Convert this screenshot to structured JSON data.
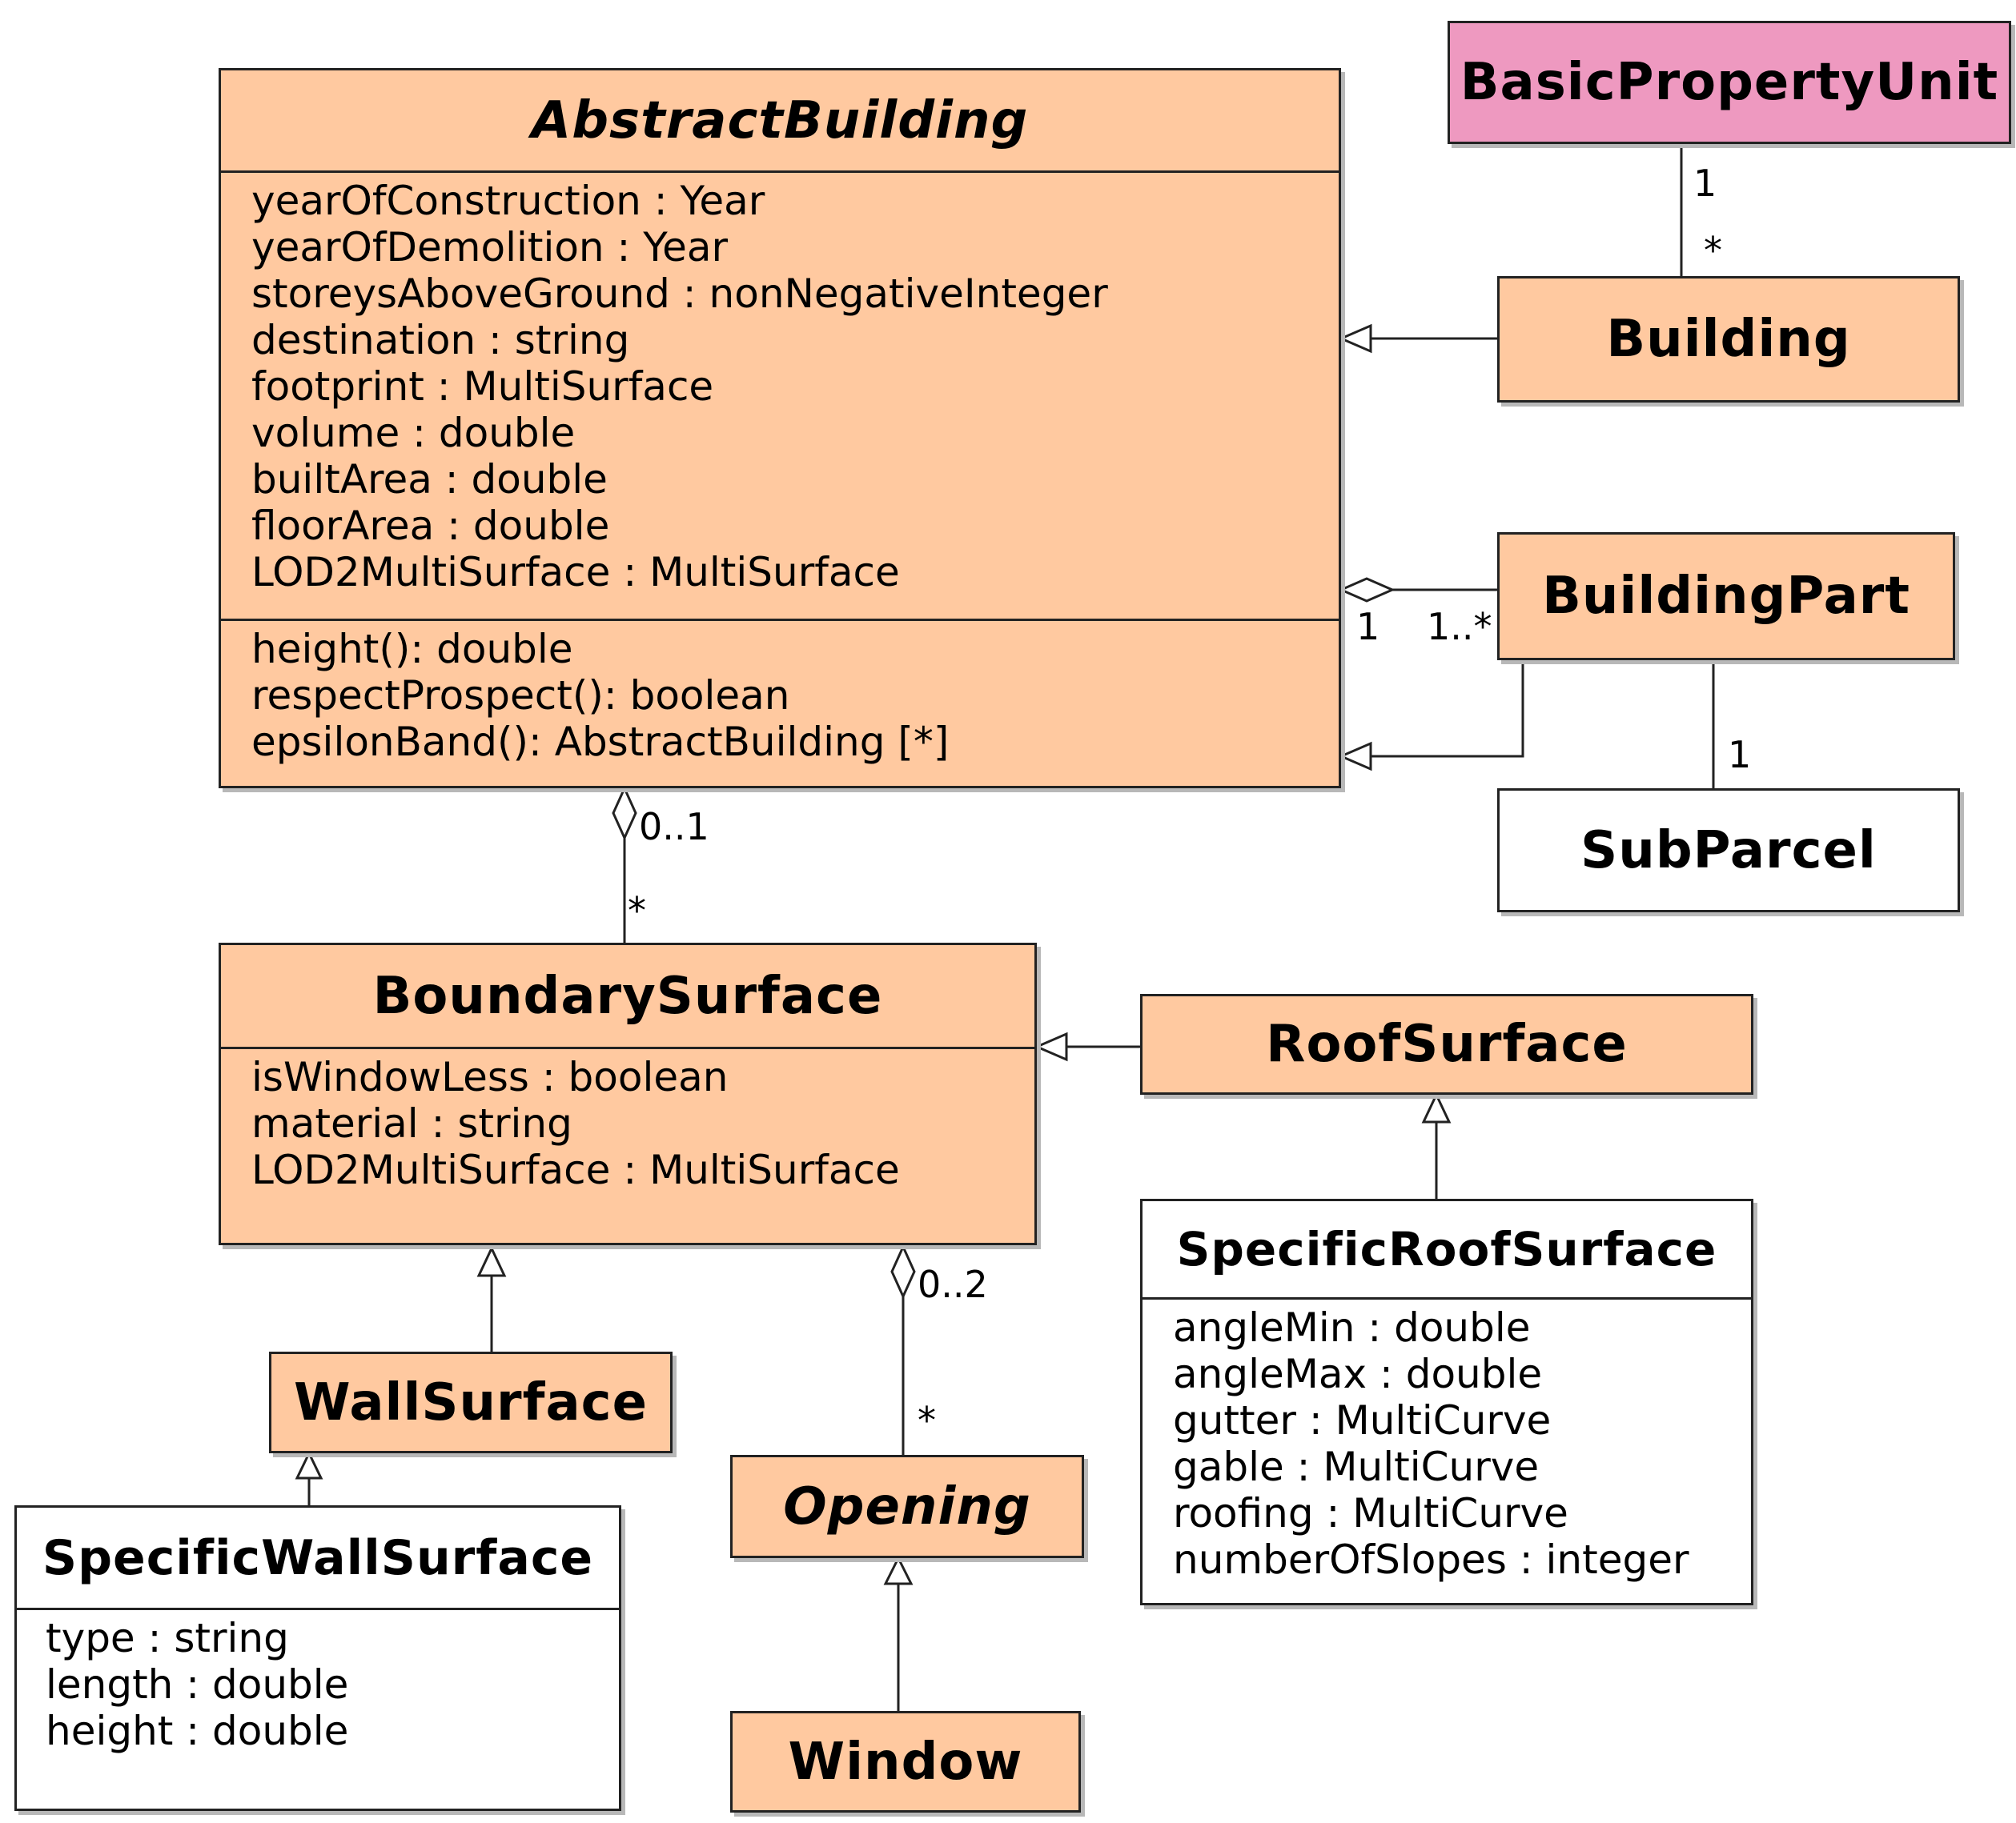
{
  "classes": {
    "abstract_building": {
      "name": "AbstractBuilding",
      "attributes": [
        "yearOfConstruction : Year",
        "yearOfDemolition : Year",
        "storeysAboveGround : nonNegativeInteger",
        "destination : string",
        "footprint : MultiSurface",
        "volume : double",
        "builtArea : double",
        "floorArea : double",
        "LOD2MultiSurface : MultiSurface"
      ],
      "operations": [
        "height(): double",
        "respectProspect(): boolean",
        "epsilonBand(): AbstractBuilding  [*]"
      ]
    },
    "basic_property_unit": {
      "name": "BasicPropertyUnit"
    },
    "building": {
      "name": "Building"
    },
    "building_part": {
      "name": "BuildingPart"
    },
    "sub_parcel": {
      "name": "SubParcel"
    },
    "boundary_surface": {
      "name": "BoundarySurface",
      "attributes": [
        "isWindowLess : boolean",
        "material : string",
        "LOD2MultiSurface : MultiSurface"
      ]
    },
    "roof_surface": {
      "name": "RoofSurface"
    },
    "specific_roof_surface": {
      "name": "SpecificRoofSurface",
      "attributes": [
        "angleMin : double",
        "angleMax : double",
        "gutter : MultiCurve",
        "gable : MultiCurve",
        "roofing : MultiCurve",
        "numberOfSlopes : integer"
      ]
    },
    "wall_surface": {
      "name": "WallSurface"
    },
    "specific_wall_surface": {
      "name": "SpecificWallSurface",
      "attributes": [
        "type : string",
        "length : double",
        "height : double"
      ]
    },
    "opening": {
      "name": "Opening"
    },
    "window": {
      "name": "Window"
    }
  },
  "multiplicities": {
    "bpu_one": "1",
    "bpu_many": "*",
    "part_agg_one": "1",
    "part_agg_many": "1..*",
    "subparcel_one": "1",
    "boundary_zero_one": "0..1",
    "boundary_many": "*",
    "opening_zero_two": "0..2",
    "opening_many": "*"
  },
  "colors": {
    "class_fill": "#ffc9a0",
    "highlight_fill": "#ee99c0",
    "plain_fill": "#ffffff",
    "line": "#222222"
  }
}
